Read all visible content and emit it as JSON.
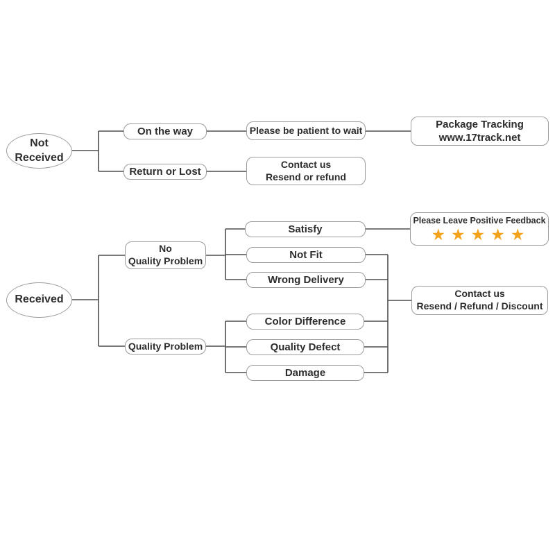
{
  "colors": {
    "box_border": "#9b9b9b",
    "connector_line": "#4d4d4d",
    "text": "#2d2d2d",
    "star": "#F3A21C",
    "background": "#ffffff"
  },
  "top_flow": {
    "root": {
      "line1": "Not",
      "line2": "Received"
    },
    "on_the_way": "On the way",
    "be_patient": "Please be patient to wait",
    "package_tracking": {
      "line1": "Package Tracking",
      "line2": "www.17track.net"
    },
    "return_or_lost": "Return or Lost",
    "contact_us": {
      "line1": "Contact us",
      "line2": "Resend or refund"
    }
  },
  "bottom_flow": {
    "root": "Received",
    "no_quality_problem": {
      "line1": "No",
      "line2": "Quality Problem"
    },
    "quality_problem": "Quality Problem",
    "satisfy": "Satisfy",
    "not_fit": "Not Fit",
    "wrong_delivery": "Wrong Delivery",
    "color_difference": "Color Difference",
    "quality_defect": "Quality Defect",
    "damage": "Damage",
    "positive_feedback": {
      "title": "Please Leave Positive Feedback",
      "stars": "★★★★★"
    },
    "contact_us": {
      "line1": "Contact us",
      "line2": "Resend / Refund / Discount"
    }
  }
}
